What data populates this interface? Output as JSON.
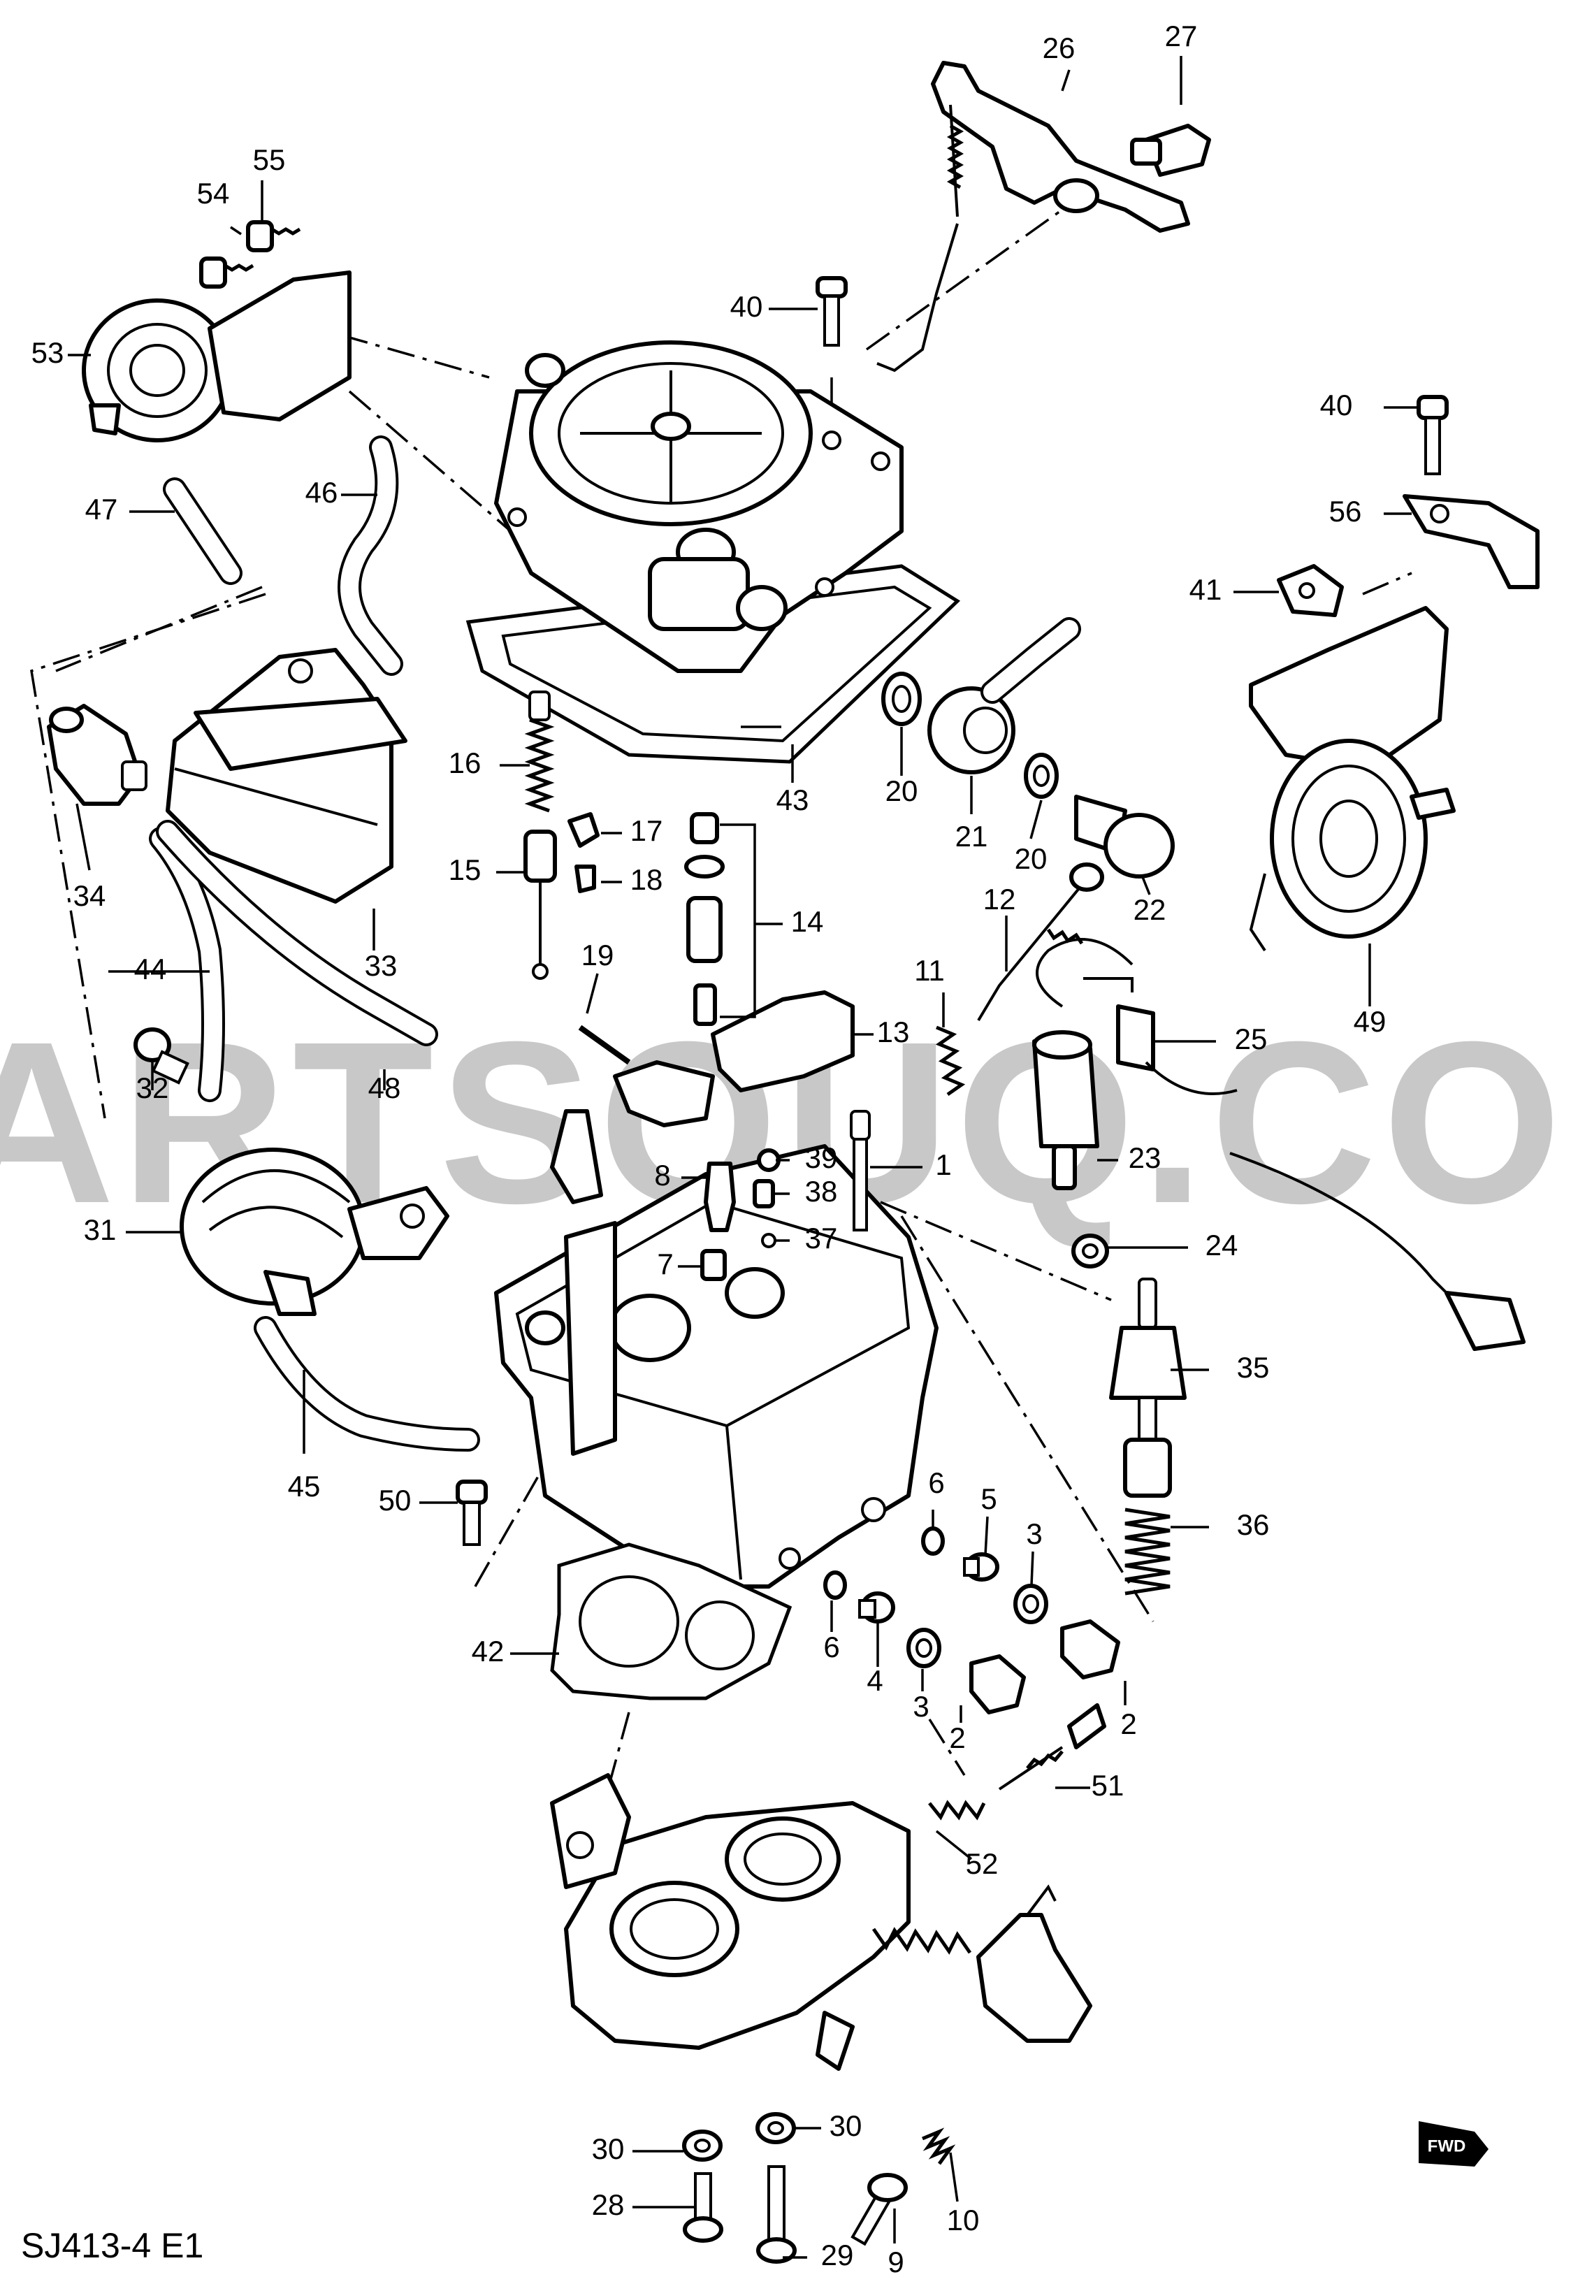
{
  "diagram": {
    "watermark": "PARTSOUQ.COM",
    "diagram_code": "SJ413-4 E1",
    "fwd_badge": "FWD",
    "callouts": [
      "1",
      "2",
      "2",
      "3",
      "3",
      "4",
      "5",
      "6",
      "6",
      "7",
      "8",
      "9",
      "10",
      "11",
      "12",
      "13",
      "14",
      "15",
      "16",
      "17",
      "18",
      "19",
      "20",
      "20",
      "21",
      "22",
      "23",
      "24",
      "25",
      "26",
      "27",
      "28",
      "29",
      "30",
      "30",
      "31",
      "32",
      "33",
      "34",
      "35",
      "36",
      "37",
      "38",
      "39",
      "40",
      "40",
      "41",
      "42",
      "43",
      "44",
      "45",
      "46",
      "47",
      "48",
      "49",
      "50",
      "51",
      "52",
      "53",
      "54",
      "55",
      "56"
    ]
  }
}
